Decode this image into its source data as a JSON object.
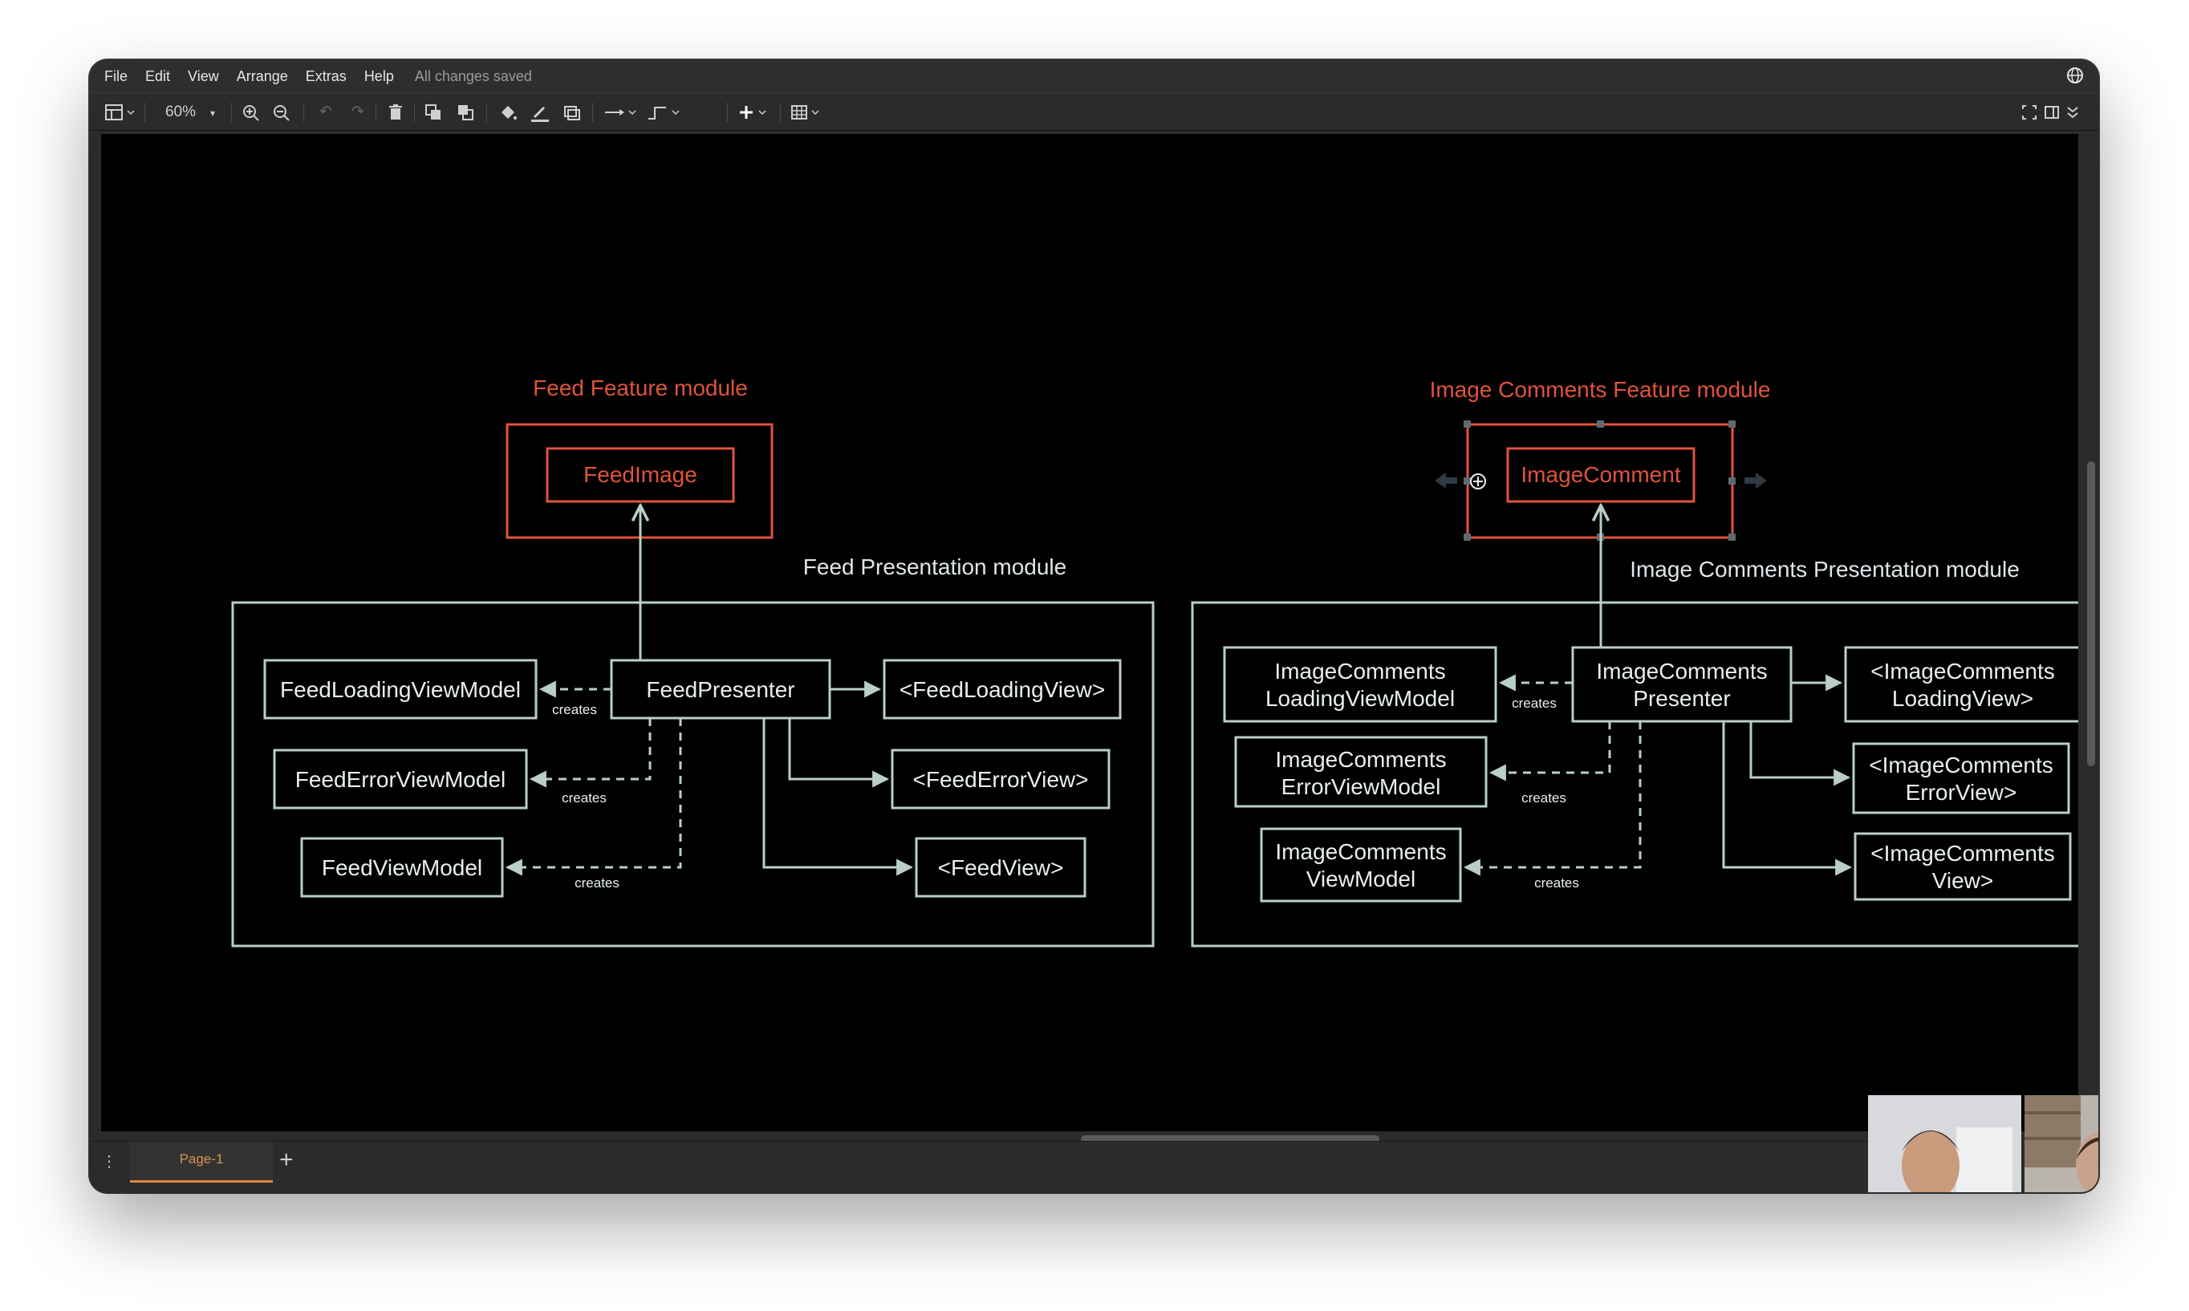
{
  "menu": {
    "items": [
      "File",
      "Edit",
      "View",
      "Arrange",
      "Extras",
      "Help"
    ],
    "status": "All changes saved"
  },
  "toolbar": {
    "zoom": "60%"
  },
  "diagram": {
    "feed_feature_label": "Feed Feature module",
    "feed_image": "FeedImage",
    "feed_presentation_label": "Feed Presentation module",
    "feed_loading_vm": "FeedLoadingViewModel",
    "feed_error_vm": "FeedErrorViewModel",
    "feed_vm": "FeedViewModel",
    "feed_presenter": "FeedPresenter",
    "feed_loading_view": "<FeedLoadingView>",
    "feed_error_view": "<FeedErrorView>",
    "feed_view": "<FeedView>",
    "creates": "creates",
    "ic_feature_label": "Image Comments Feature module",
    "image_comment": "ImageComment",
    "ic_presentation_label": "Image Comments Presentation module",
    "ic_loading_vm_1": "ImageComments",
    "ic_loading_vm_2": "LoadingViewModel",
    "ic_error_vm_1": "ImageComments",
    "ic_error_vm_2": "ErrorViewModel",
    "ic_vm_1": "ImageComments",
    "ic_vm_2": "ViewModel",
    "ic_presenter_1": "ImageComments",
    "ic_presenter_2": "Presenter",
    "ic_loading_view_1": "<ImageComments",
    "ic_loading_view_2": "LoadingView>",
    "ic_error_view_1": "<ImageComments",
    "ic_error_view_2": "ErrorView>",
    "ic_view_1": "<ImageComments",
    "ic_view_2": "View>"
  },
  "tabs": {
    "page": "Page-1"
  },
  "colors": {
    "accent_red": "#e0533c",
    "box_stroke": "#b9cfc6",
    "text_light": "#e8eef0"
  }
}
